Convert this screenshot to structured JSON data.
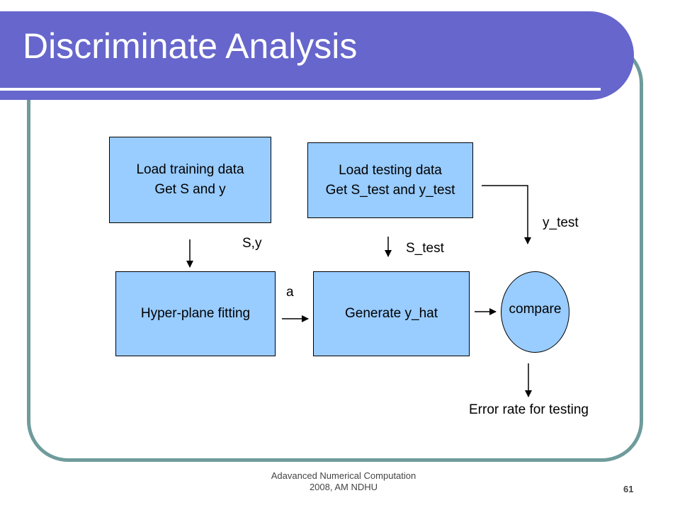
{
  "slide": {
    "title": "Discriminate Analysis",
    "footer_line1": "Adavanced Numerical Computation",
    "footer_line2": "2008, AM NDHU",
    "page_number": "61"
  },
  "diagram": {
    "nodes": {
      "load_training": {
        "line1": "Load training data",
        "line2": "Get S and y"
      },
      "load_testing": {
        "line1": "Load testing data",
        "line2": "Get S_test and y_test"
      },
      "hyperplane": {
        "label": "Hyper-plane fitting"
      },
      "generate": {
        "label": "Generate y_hat"
      },
      "compare": {
        "label": "compare"
      }
    },
    "edge_labels": {
      "sy": "S,y",
      "s_test": "S_test",
      "y_test": "y_test",
      "a": "a",
      "error": "Error rate for testing"
    }
  },
  "colors": {
    "title_bar": "#6666cc",
    "frame": "#6f9b9b",
    "box_fill": "#99ccff"
  }
}
